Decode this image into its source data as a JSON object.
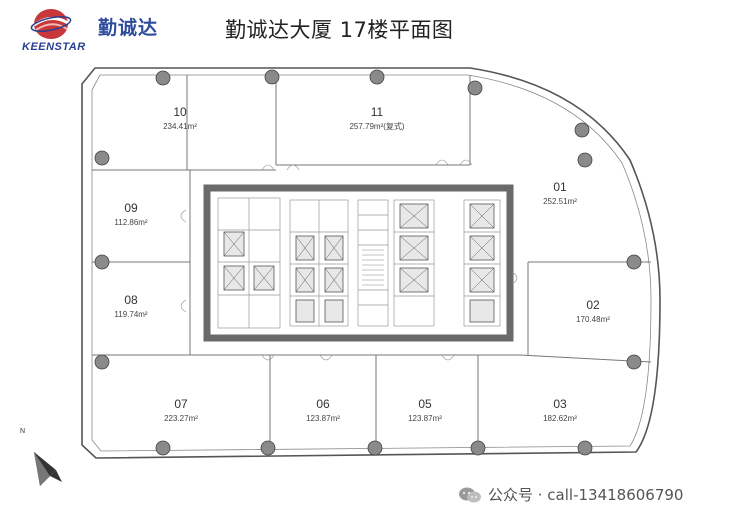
{
  "header": {
    "brand_en": "KEENSTAR",
    "brand_cn": "勤诚达",
    "title": "勤诚达大厦 17楼平面图"
  },
  "units": [
    {
      "id": "10",
      "area": "234.41m²"
    },
    {
      "id": "11",
      "area": "257.79m²(复式)"
    },
    {
      "id": "01",
      "area": "252.51m²"
    },
    {
      "id": "09",
      "area": "112.86m²"
    },
    {
      "id": "08",
      "area": "119.74m²"
    },
    {
      "id": "02",
      "area": "170.48m²"
    },
    {
      "id": "07",
      "area": "223.27m²"
    },
    {
      "id": "06",
      "area": "123.87m²"
    },
    {
      "id": "05",
      "area": "123.87m²"
    },
    {
      "id": "03",
      "area": "182.62m²"
    }
  ],
  "compass": {
    "label": "N"
  },
  "watermark": {
    "text": "公众号 · call-13418606790"
  },
  "colors": {
    "brand_blue": "#2e4c9c",
    "logo_red": "#c8373a",
    "wall": "#6a6a6a",
    "column": "#8a8a8a"
  }
}
